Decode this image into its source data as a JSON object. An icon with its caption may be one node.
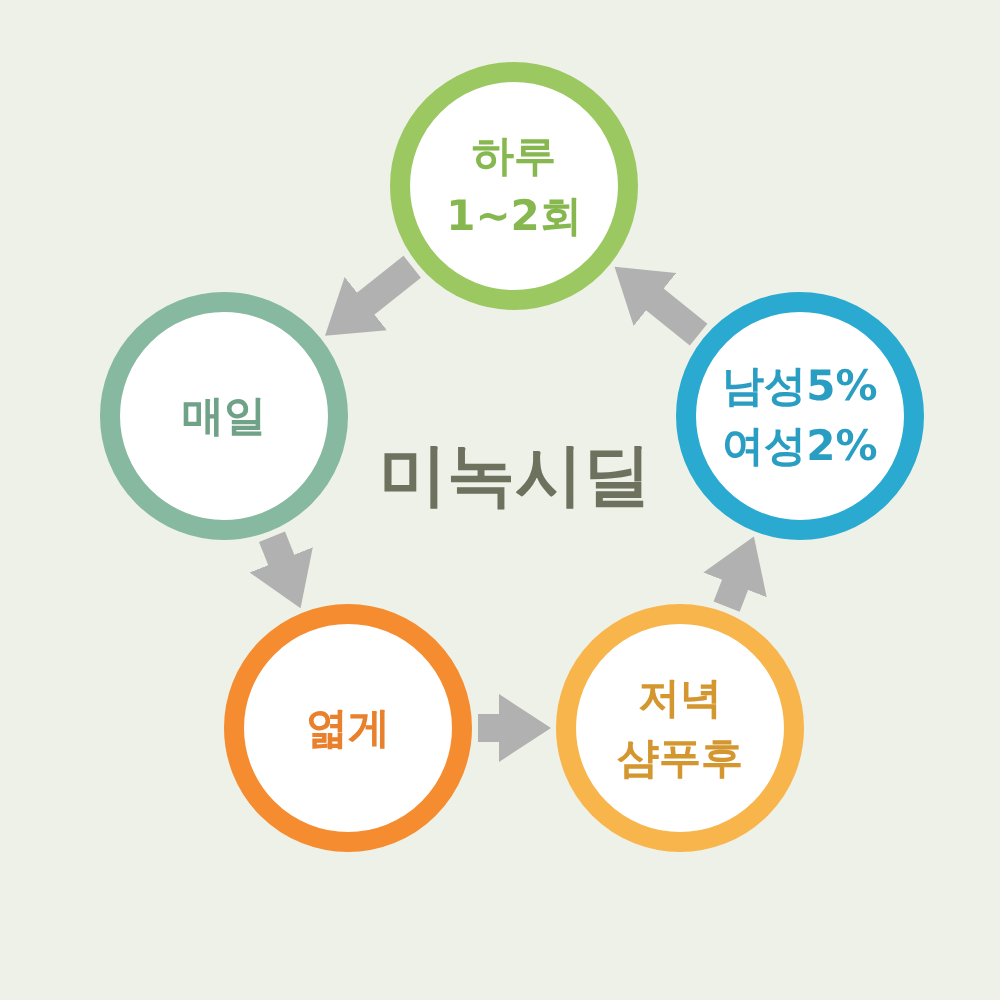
{
  "diagram": {
    "nodes": [
      {
        "text": [
          "하루 1~2회"
        ]
      },
      {
        "text": [
          "매일"
        ]
      },
      {
        "text": [
          "남성5% 여성2%"
        ]
      },
      {
        "text": [
          "엷게"
        ]
      },
      {
        "text": [
          "저녁 샴푸후"
        ]
      }
    ],
    "edges": [
      {
        "from": 0,
        "to": 1,
        "arrow": "to"
      },
      {
        "from": 1,
        "to": 3,
        "arrow": "to"
      },
      {
        "from": 3,
        "to": 4,
        "arrow": "to"
      },
      {
        "from": 4,
        "to": 2,
        "arrow": "to"
      },
      {
        "from": 2,
        "to": 0,
        "arrow": "to"
      }
    ],
    "labels": [
      "미녹시딜"
    ]
  }
}
